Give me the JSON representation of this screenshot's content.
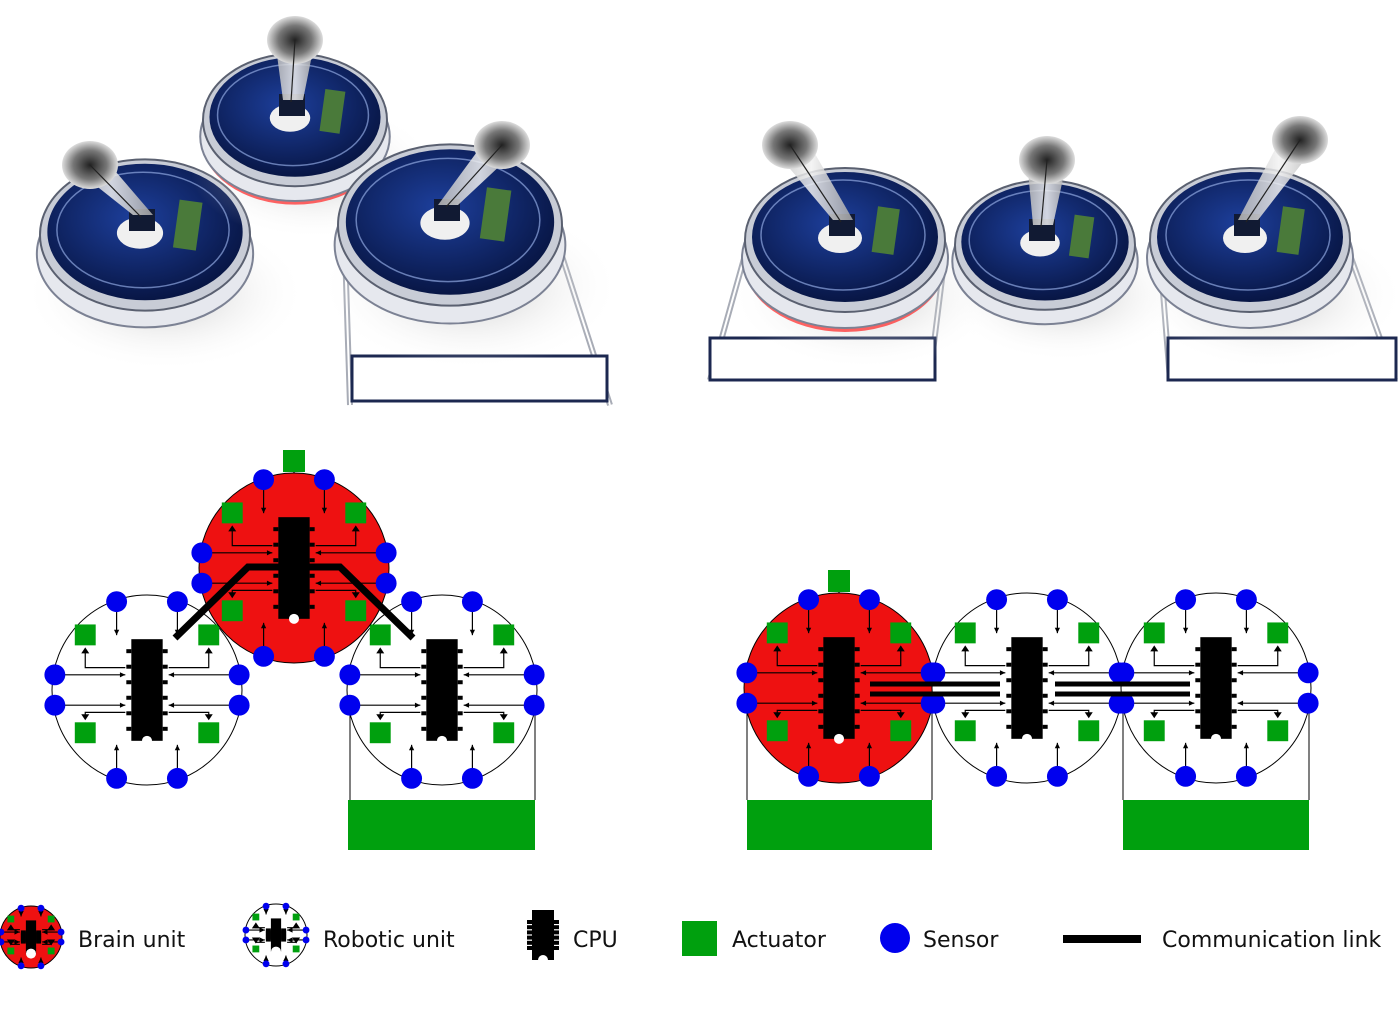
{
  "colors": {
    "brain": "#ee1111",
    "robot_fill": "#ffffff",
    "cpu": "#000000",
    "actuator": "#00a00e",
    "sensor": "#0000ee",
    "link": "#000000",
    "robot_body": "#0d2266",
    "robot_rim": "#c8ccd6",
    "glow": "#ff3030"
  },
  "renders": [
    {
      "id": "render-triangle-configuration",
      "units": [
        "robotic",
        "brain",
        "robotic"
      ]
    },
    {
      "id": "render-linear-configuration",
      "units": [
        "brain",
        "robotic",
        "robotic"
      ]
    }
  ],
  "diagrams": [
    {
      "id": "diagram-triangle-configuration",
      "brain_units": 1,
      "robotic_units": 2,
      "communication_links": 2
    },
    {
      "id": "diagram-linear-configuration",
      "brain_units": 1,
      "robotic_units": 2,
      "communication_links": 2
    }
  ],
  "legend": {
    "brain_unit": "Brain unit",
    "robotic_unit": "Robotic unit",
    "cpu": "CPU",
    "actuator": "Actuator",
    "sensor": "Sensor",
    "communication_link": "Communication  link"
  }
}
